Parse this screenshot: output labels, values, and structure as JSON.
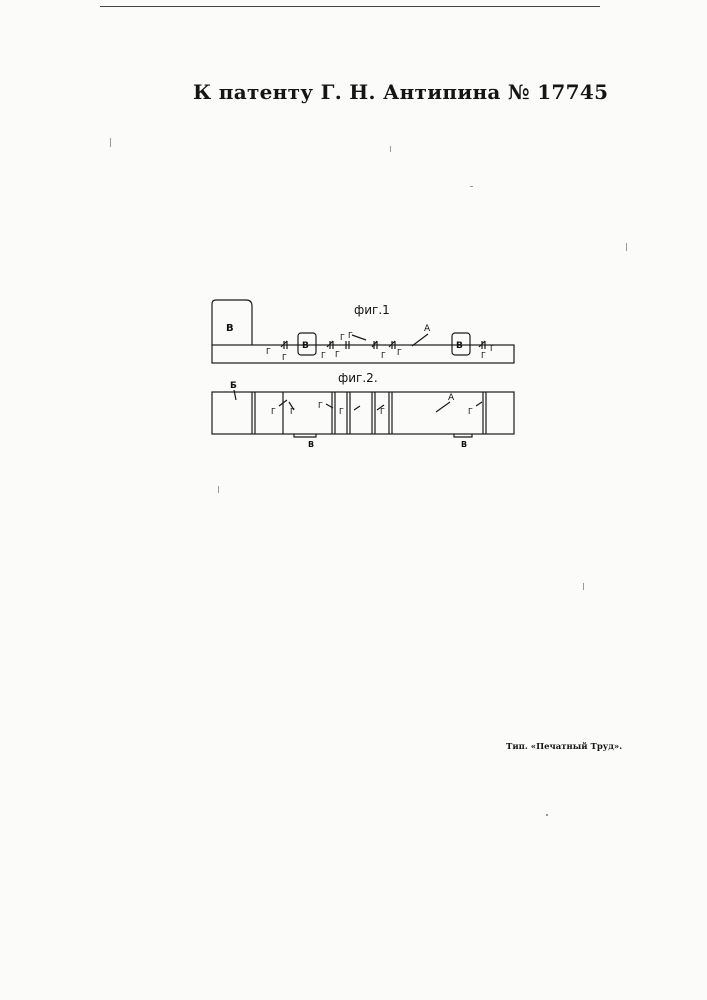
{
  "header": {
    "title": "К патенту Г. Н. Антипина № 17745"
  },
  "figures": {
    "fig1": {
      "caption": "фиг.1",
      "labels": {
        "b_large": "В",
        "b_mid": "В",
        "b_right": "В",
        "a": "А",
        "g1": "Г",
        "g2": "Г",
        "g3": "Г",
        "g4": "Г",
        "g5": "Г",
        "g6": "Г",
        "g7": "Г",
        "g8": "Г",
        "g9": "Г",
        "g10": "Г"
      }
    },
    "fig2": {
      "caption": "фиг.2.",
      "labels": {
        "b_cyr": "Б",
        "a": "А",
        "g1": "Г",
        "g2": "Г",
        "g3": "Г",
        "g4": "Г",
        "g5": "Г",
        "g6": "Г",
        "v1": "В",
        "v2": "В"
      }
    }
  },
  "footer": {
    "imprint": "Тип. «Печатный Труд»."
  }
}
